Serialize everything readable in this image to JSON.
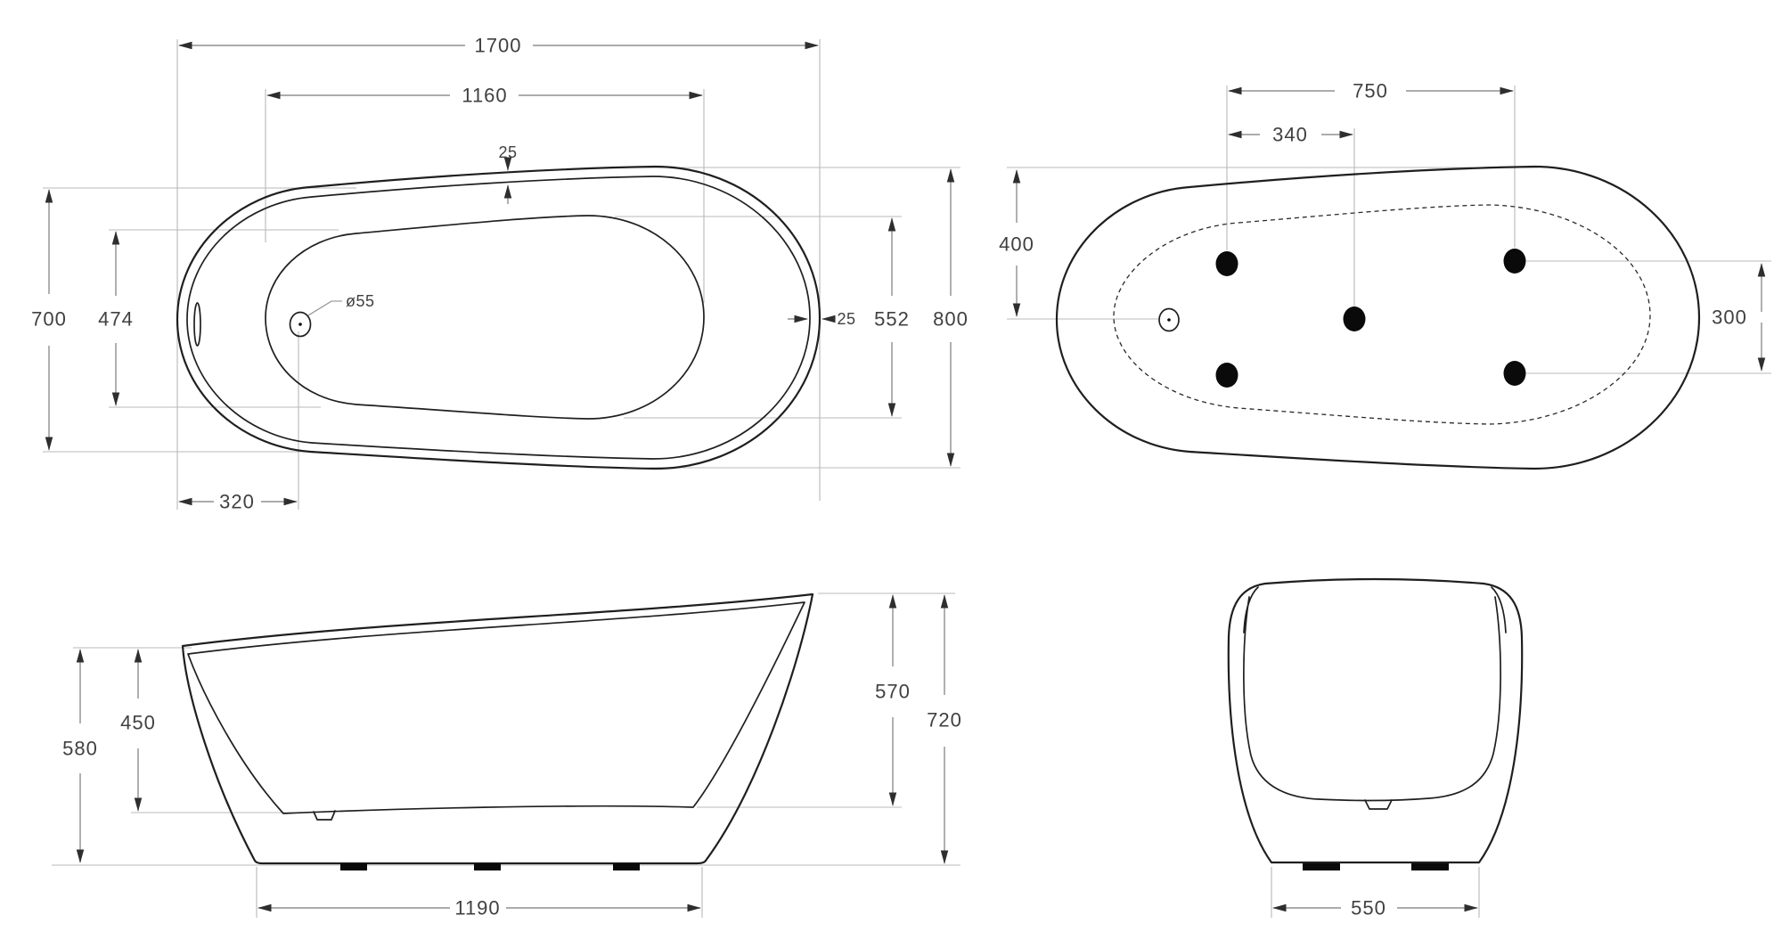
{
  "views": {
    "top_view": {
      "dims": {
        "overall_length": "1700",
        "inner_length": "1160",
        "rim_thickness_top": "25",
        "overall_width_left": "700",
        "inner_width_left": "474",
        "drain_diameter": "ø55",
        "rim_thickness_right": "25",
        "inner_width_right": "552",
        "overall_width_right": "800",
        "drain_offset_from_end": "320"
      }
    },
    "bottom_view": {
      "dims": {
        "feet_span_length": "750",
        "drain_to_feet": "340",
        "edge_to_centerline": "400",
        "feet_span_width": "300"
      }
    },
    "side_view": {
      "dims": {
        "front_rim_height": "580",
        "inner_depth": "450",
        "rear_inner_height": "570",
        "overall_height": "720",
        "base_length": "1190"
      }
    },
    "front_view": {
      "dims": {
        "base_width": "550"
      }
    }
  },
  "colors": {
    "outline": "#1f1f1f",
    "dimension_line": "#7a7a7a",
    "extension_line": "#b9b9b9",
    "text": "#404040",
    "background": "#ffffff"
  }
}
